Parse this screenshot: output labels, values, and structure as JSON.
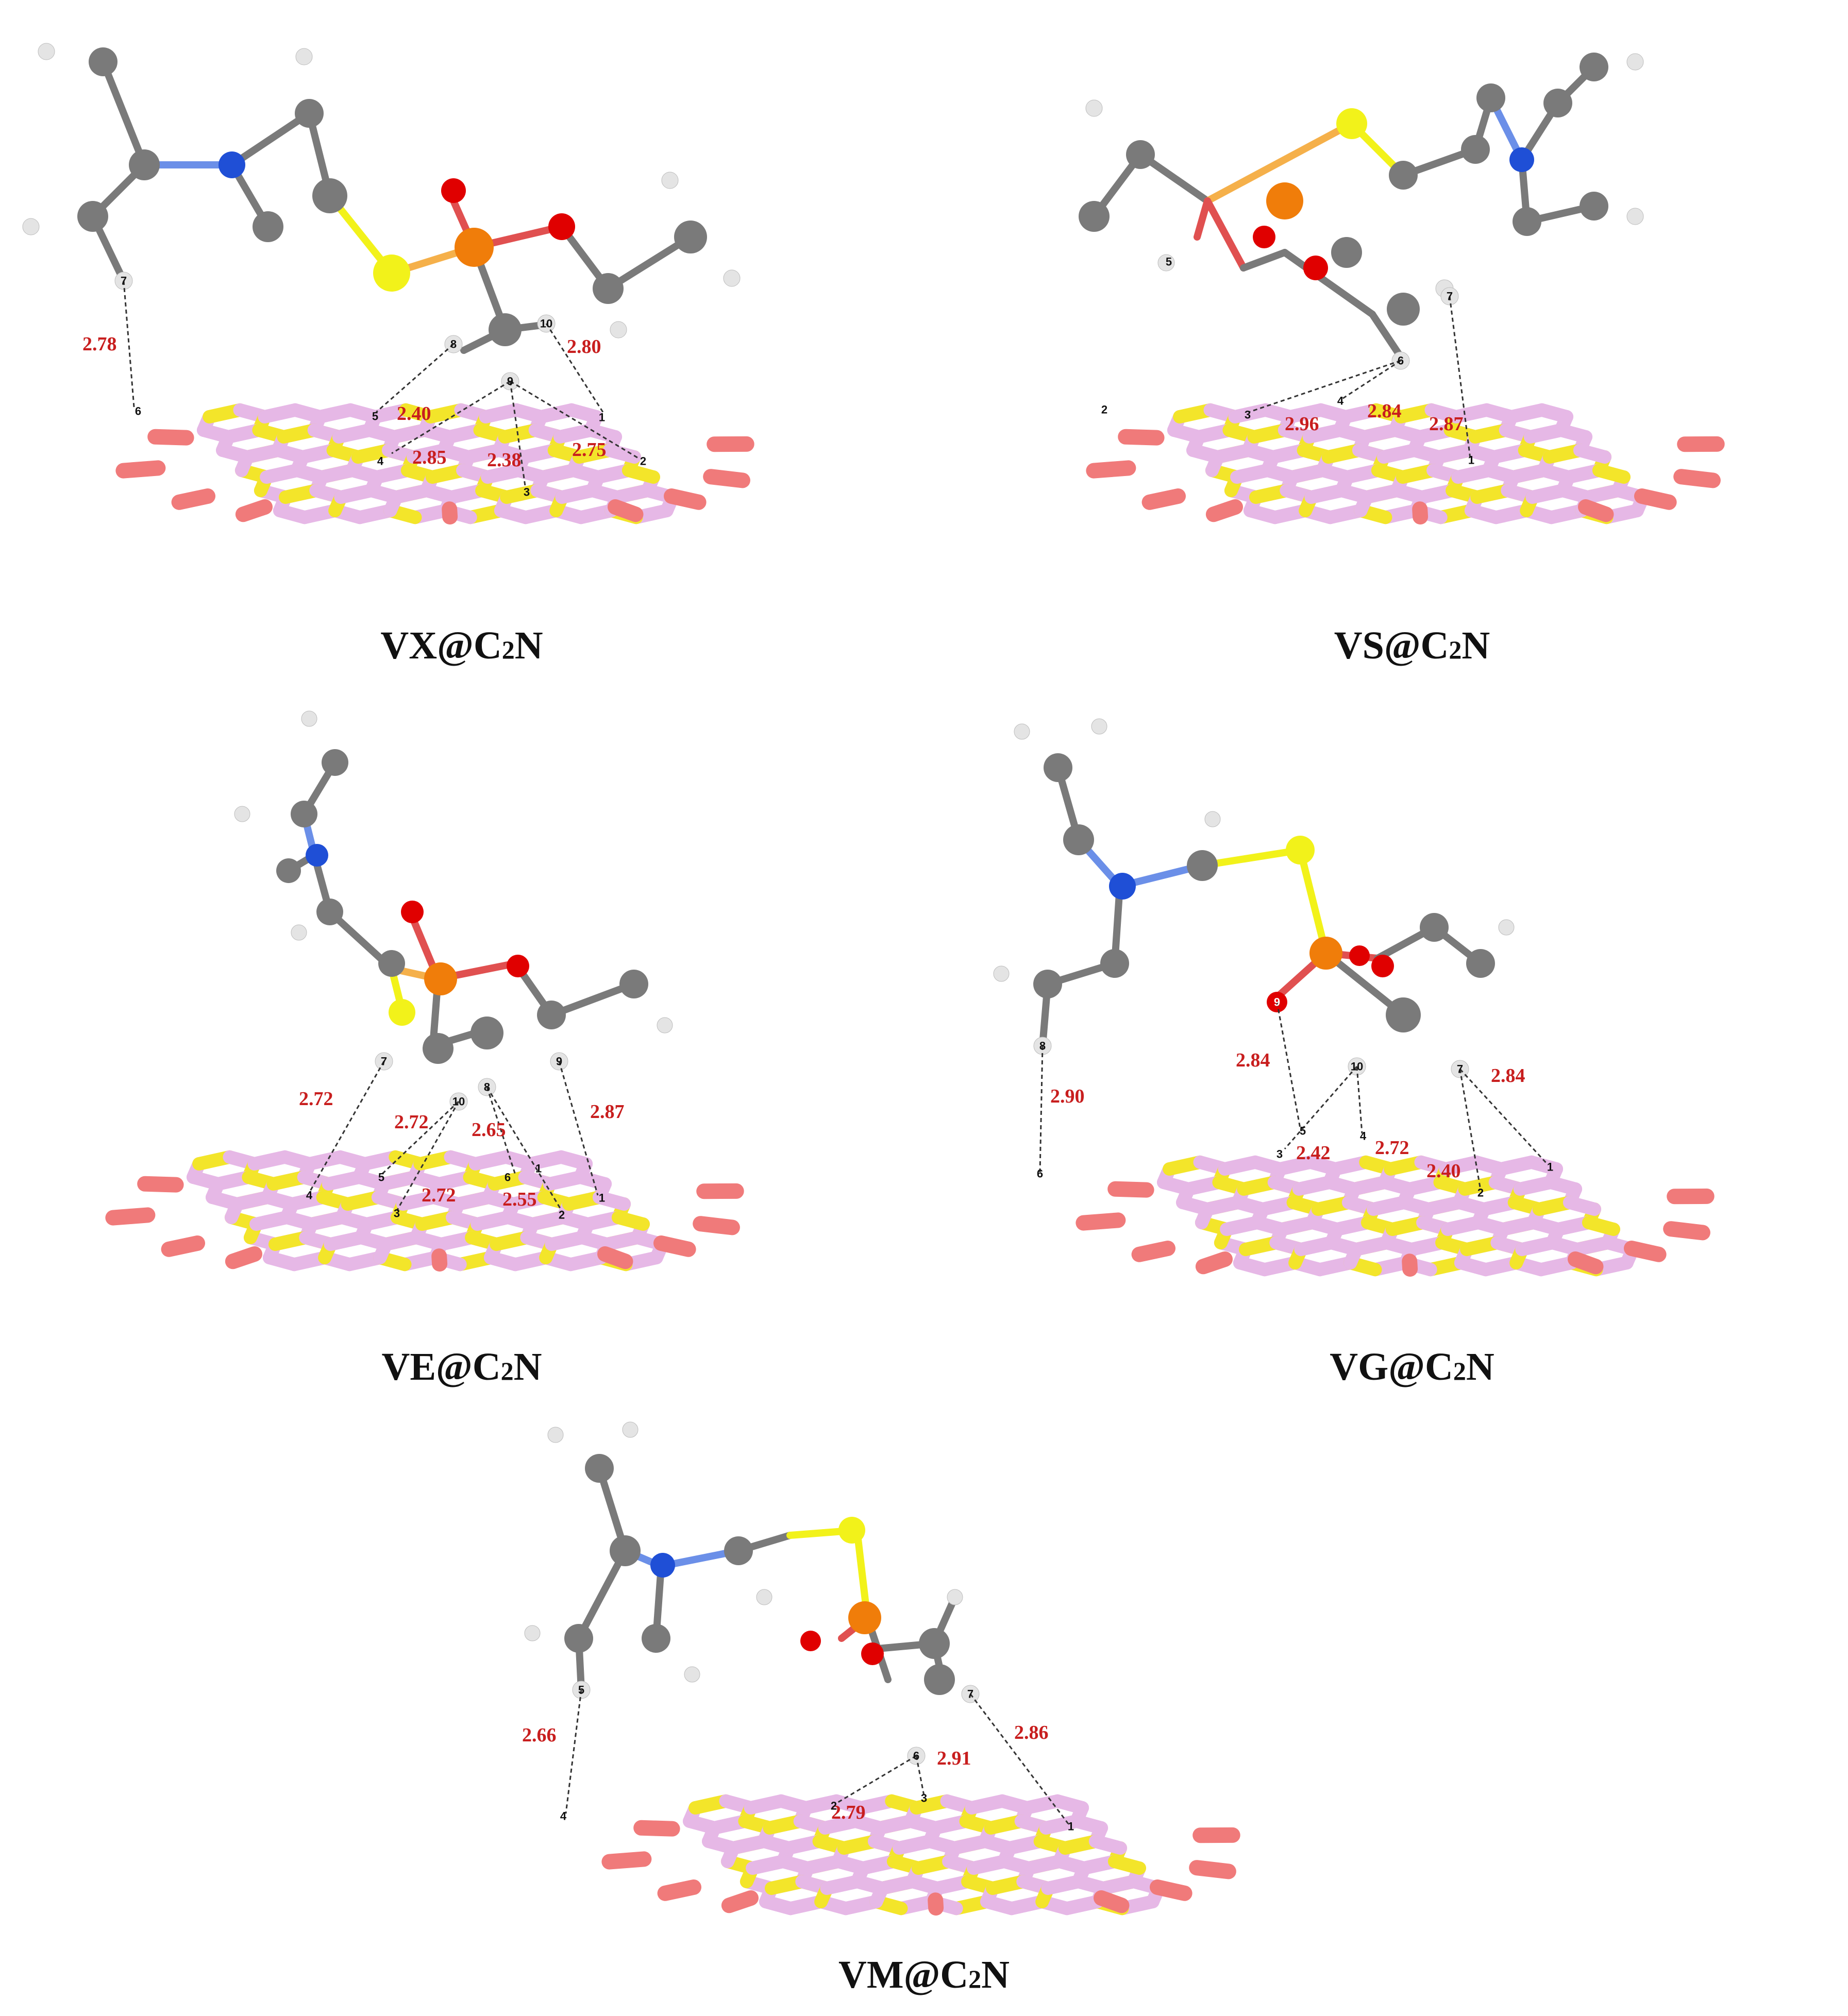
{
  "panels": [
    {
      "id": "vx",
      "caption": "VX@C₂N",
      "distances": [
        "2.78",
        "2.40",
        "2.85",
        "2.38",
        "2.75",
        "2.80"
      ],
      "atom_numbers": [
        "7",
        "6",
        "8",
        "10",
        "9",
        "5",
        "1",
        "4",
        "3",
        "2"
      ]
    },
    {
      "id": "vs",
      "caption": "VS@C₂N",
      "distances": [
        "2.96",
        "2.84",
        "2.87"
      ],
      "atom_numbers": [
        "5",
        "7",
        "6",
        "2",
        "3",
        "4",
        "1"
      ]
    },
    {
      "id": "ve",
      "caption": "VE@C₂N",
      "distances": [
        "2.72",
        "2.72",
        "2.65",
        "2.87",
        "2.72",
        "2.55"
      ],
      "atom_numbers": [
        "7",
        "10",
        "8",
        "9",
        "4",
        "5",
        "6",
        "1",
        "3",
        "2",
        "1"
      ]
    },
    {
      "id": "vg",
      "caption": "VG@C₂N",
      "distances": [
        "2.84",
        "2.90",
        "2.42",
        "2.72",
        "2.84",
        "2.40"
      ],
      "atom_numbers": [
        "9",
        "8",
        "10",
        "7",
        "5",
        "3",
        "4",
        "6",
        "2",
        "1"
      ]
    },
    {
      "id": "vm",
      "caption": "VM@C₂N",
      "distances": [
        "2.66",
        "2.91",
        "2.79",
        "2.86"
      ],
      "atom_numbers": [
        "5",
        "6",
        "3",
        "7",
        "4",
        "2",
        "1"
      ]
    }
  ],
  "colors": {
    "carbon_sheet": "#e6b8e6",
    "nitrogen_sheet": "#f3e52a",
    "hydrogen_edge": "#f07a7a",
    "carbon": "#7a7a7a",
    "hydrogen": "#e4e4e4",
    "nitrogen": "#1f4fd6",
    "phosphorus": "#f07d0a",
    "oxygen": "#e00000",
    "sulfur": "#f2f21a",
    "distance_label": "#c81e1e"
  }
}
